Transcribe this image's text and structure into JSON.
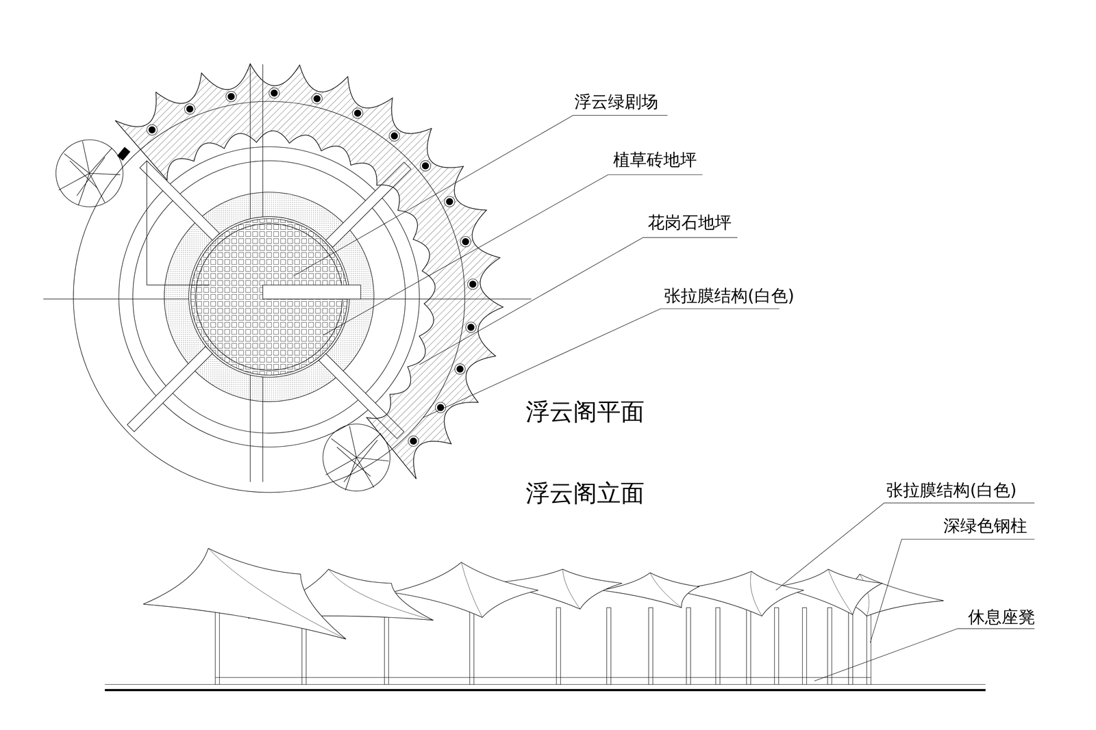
{
  "diagram": {
    "labels": [
      "浮云绿剧场",
      "植草砖地坪",
      "花岗石地坪",
      "张拉膜结构(白色)",
      "浮云阁平面",
      "浮云阁立面",
      "张拉膜结构(白色)",
      "深绿色钢柱",
      "休息座凳"
    ]
  }
}
